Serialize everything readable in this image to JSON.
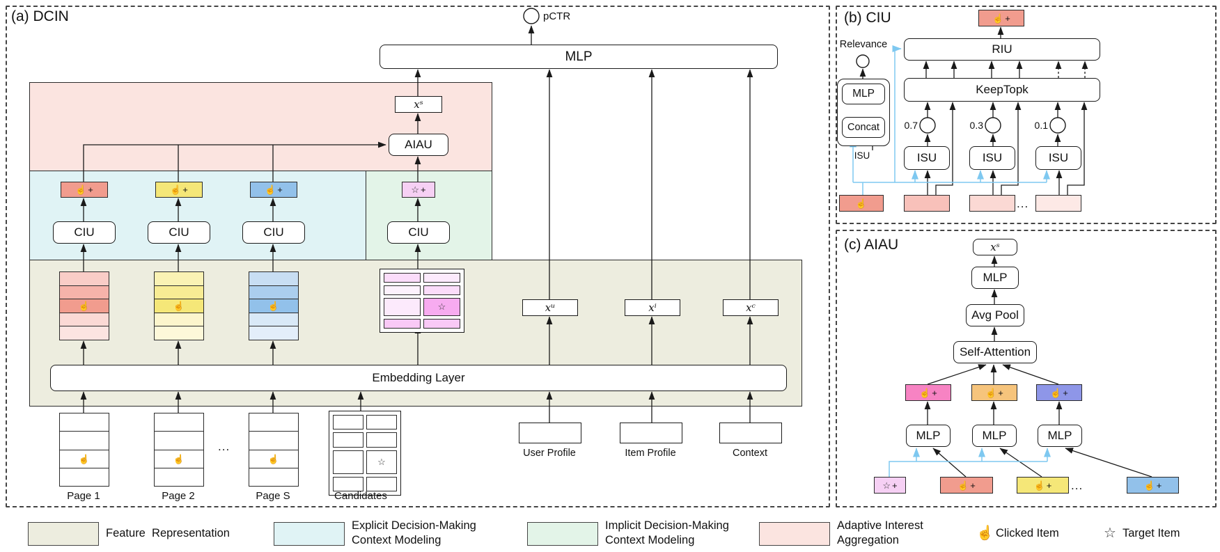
{
  "colors": {
    "feature_representation_bg": "#ededdf",
    "explicit_context_bg": "#e0f3f5",
    "implicit_context_bg": "#e3f4e8",
    "adaptive_interest_bg": "#fbe4e0",
    "clicked_red": "#f19c8e",
    "clicked_yellow": "#f5e778",
    "clicked_blue": "#92c1ea",
    "target_violet": "#f6d0f4",
    "aiau_pink": "#f783c3",
    "aiau_orange": "#f6c47c",
    "aiau_indigo": "#8e96e8",
    "highlight_arrow_blue": "#7ec8f0"
  },
  "icons": {
    "clicked": "☝",
    "target": "☆",
    "plus": "+",
    "dots": "..."
  },
  "panel_a": {
    "title": "(a) DCIN",
    "pctr_label": "pCTR",
    "mlp_label": "MLP",
    "xs_label": "xˢ",
    "aiau_label": "AIAU",
    "ciu_label": "CIU",
    "embedding_label": "Embedding Layer",
    "xu_label": "xᵘ",
    "xi_label": "xⁱ",
    "xc_label": "xᶜ",
    "page_labels": [
      "Page 1",
      "Page 2",
      "Page S"
    ],
    "candidates_label": "Candidates",
    "user_profile_label": "User Profile",
    "item_profile_label": "Item Profile",
    "context_label": "Context"
  },
  "panel_b": {
    "title": "(b) CIU",
    "riu_label": "RIU",
    "keeptopk_label": "KeepTopk",
    "relevance_label": "Relevance",
    "mlp_label": "MLP",
    "concat_label": "Concat",
    "isu_caption": "ISU",
    "isu_label": "ISU",
    "weights": [
      "0.7",
      "0.3",
      "0.1"
    ]
  },
  "panel_c": {
    "title": "(c) AIAU",
    "xs_label": "xˢ",
    "mlp_label": "MLP",
    "avgpool_label": "Avg Pool",
    "selfattention_label": "Self-Attention"
  },
  "legend": {
    "feature": "Feature  Representation",
    "explicit_line1": "Explicit Decision-Making",
    "explicit_line2": "Context Modeling",
    "implicit_line1": "Implicit Decision-Making",
    "implicit_line2": "Context Modeling",
    "adaptive_line1": "Adaptive Interest",
    "adaptive_line2": "Aggregation",
    "clicked_item": "Clicked Item",
    "target_item": "Target Item"
  }
}
